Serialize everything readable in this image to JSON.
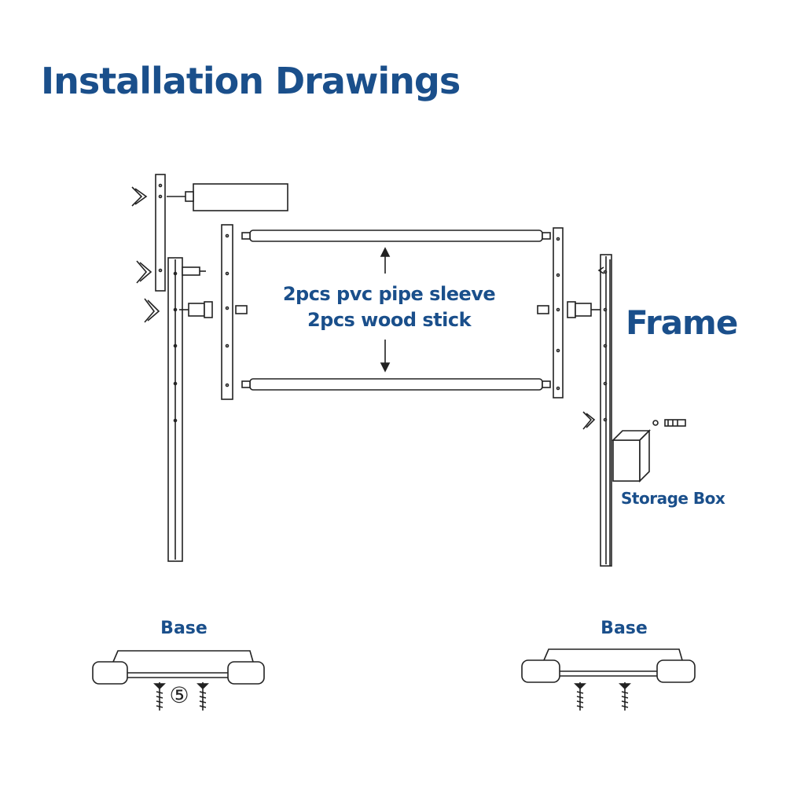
{
  "title": "Installation Drawings",
  "labels": {
    "pipe_line1": "2pcs pvc pipe sleeve",
    "pipe_line2": "2pcs wood stick",
    "frame": "Frame",
    "storage_box": "Storage Box",
    "base_left": "Base",
    "base_right": "Base",
    "part_number": "⑤"
  },
  "colors": {
    "heading": "#1a4f8b",
    "line": "#222222"
  }
}
